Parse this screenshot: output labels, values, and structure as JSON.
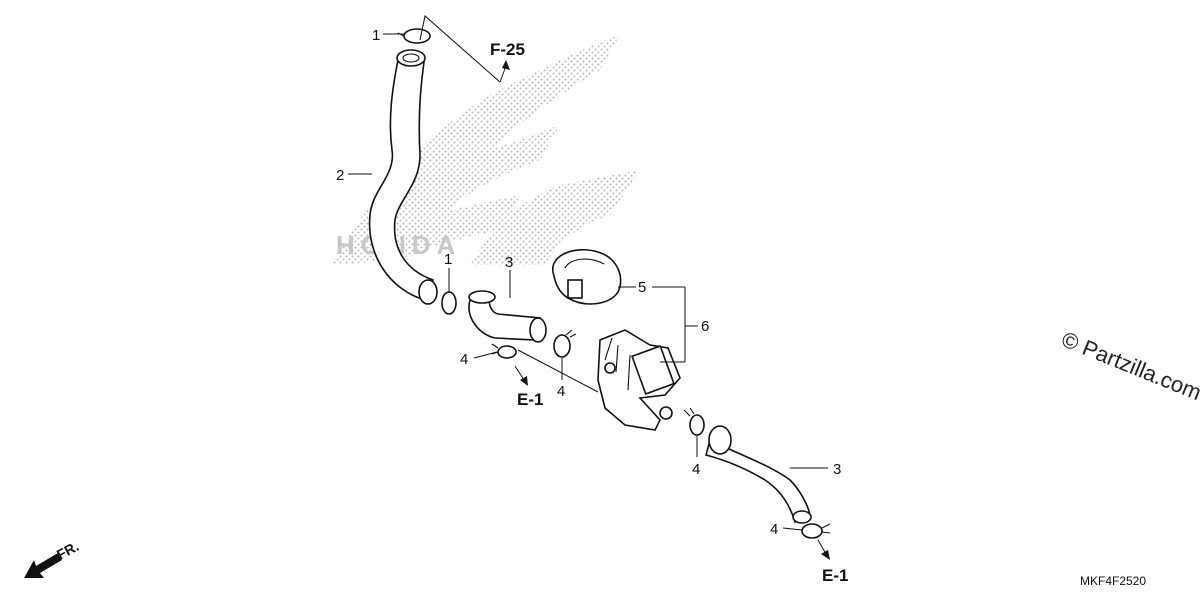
{
  "callouts": {
    "c1_top": "1",
    "c2": "2",
    "c1_mid": "1",
    "c3_upper": "3",
    "c5": "5",
    "c6": "6",
    "c4_left": "4",
    "c4_mid": "4",
    "c4_right": "4",
    "c4_bottom": "4",
    "c3_lower": "3"
  },
  "references": {
    "f25": "F-25",
    "e1_left": "E-1",
    "e1_bottom": "E-1",
    "fr": "FR."
  },
  "diagram_code": "MKF4F2520",
  "watermark": "© Partzilla.com",
  "logo_text": "HONDA"
}
